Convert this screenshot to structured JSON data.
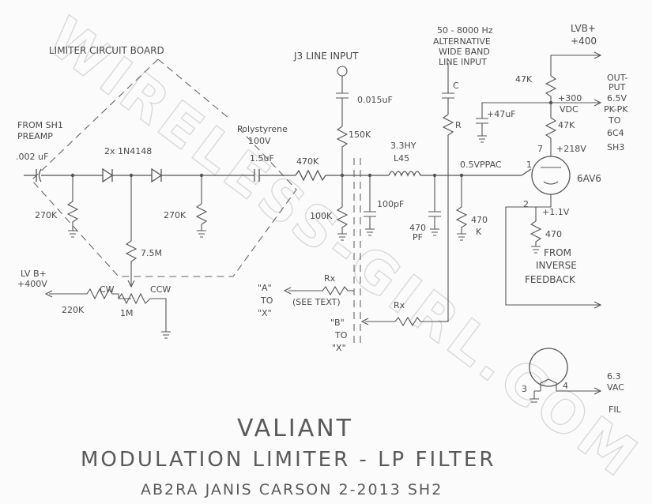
{
  "watermark": "WIRELESS-GIRL.COM",
  "labels": {
    "board": "LIMITER CIRCUIT BOARD",
    "j3": "J3 LINE INPUT",
    "alt1": "50 - 8000 Hz",
    "alt2": "ALTERNATIVE",
    "alt3": "WIDE BAND",
    "alt4": "LINE INPUT",
    "from_sh1_1": "FROM SH1",
    "from_sh1_2": "PREAMP",
    "c002": ".002 uF",
    "diodes": "2x 1N4148",
    "poly1": "Polystyrene",
    "poly2": "100V",
    "poly3": "1.5uF",
    "r470k": "470K",
    "c015": "0.015uF",
    "r150k": "150K",
    "l1": "3.3HY",
    "l2": "L45",
    "c_lbl": "C",
    "r_lbl": "R",
    "vppac": "0.5VPPAC",
    "r270k_a": "270K",
    "r270k_b": "270K",
    "r100k": "100K",
    "c100pf": "100pF",
    "c470pf_1": "470",
    "c470pf_2": "PF",
    "r470k_b1": "470",
    "r470k_b2": "K",
    "r75m": "7.5M",
    "lvb_l1": "LV B+",
    "lvb_l2": "+400V",
    "cw": "CW",
    "ccw": "CCW",
    "r220k": "220K",
    "pot": "1M",
    "a_x1": "\"A\"",
    "a_x2": "TO",
    "a_x3": "\"X\"",
    "rx1": "Rx",
    "see": "(SEE TEXT)",
    "rx2": "Rx",
    "b_x1": "\"B\"",
    "b_x2": "TO",
    "b_x3": "\"X\"",
    "lvb_r1": "LVB+",
    "lvb_r2": "+400",
    "r47k_1": "47K",
    "c47uf": "+47uF",
    "v300_1": "+300",
    "v300_2": "VDC",
    "r47k_2": "47K",
    "out1": "OUT-",
    "out2": "PUT",
    "out3": "6.5V",
    "out4": "PK-PK",
    "out5": "TO",
    "out6": "6C4",
    "out7": "SH3",
    "pin7": "7",
    "v218": "+218V",
    "tube": "6AV6",
    "pin1": "1",
    "pin2": "2",
    "v11": "+1.1V",
    "r470": "470",
    "fb1": "FROM",
    "fb2": "INVERSE",
    "fb3": "FEEDBACK",
    "pin3": "3",
    "pin4": "4",
    "fil1": "6.3",
    "fil2": "VAC",
    "fil3": "FIL"
  },
  "title": {
    "line1": "VALIANT",
    "line2": "MODULATION LIMITER - LP FILTER",
    "line3": "AB2RA JANIS CARSON    2-2013    SH2"
  }
}
